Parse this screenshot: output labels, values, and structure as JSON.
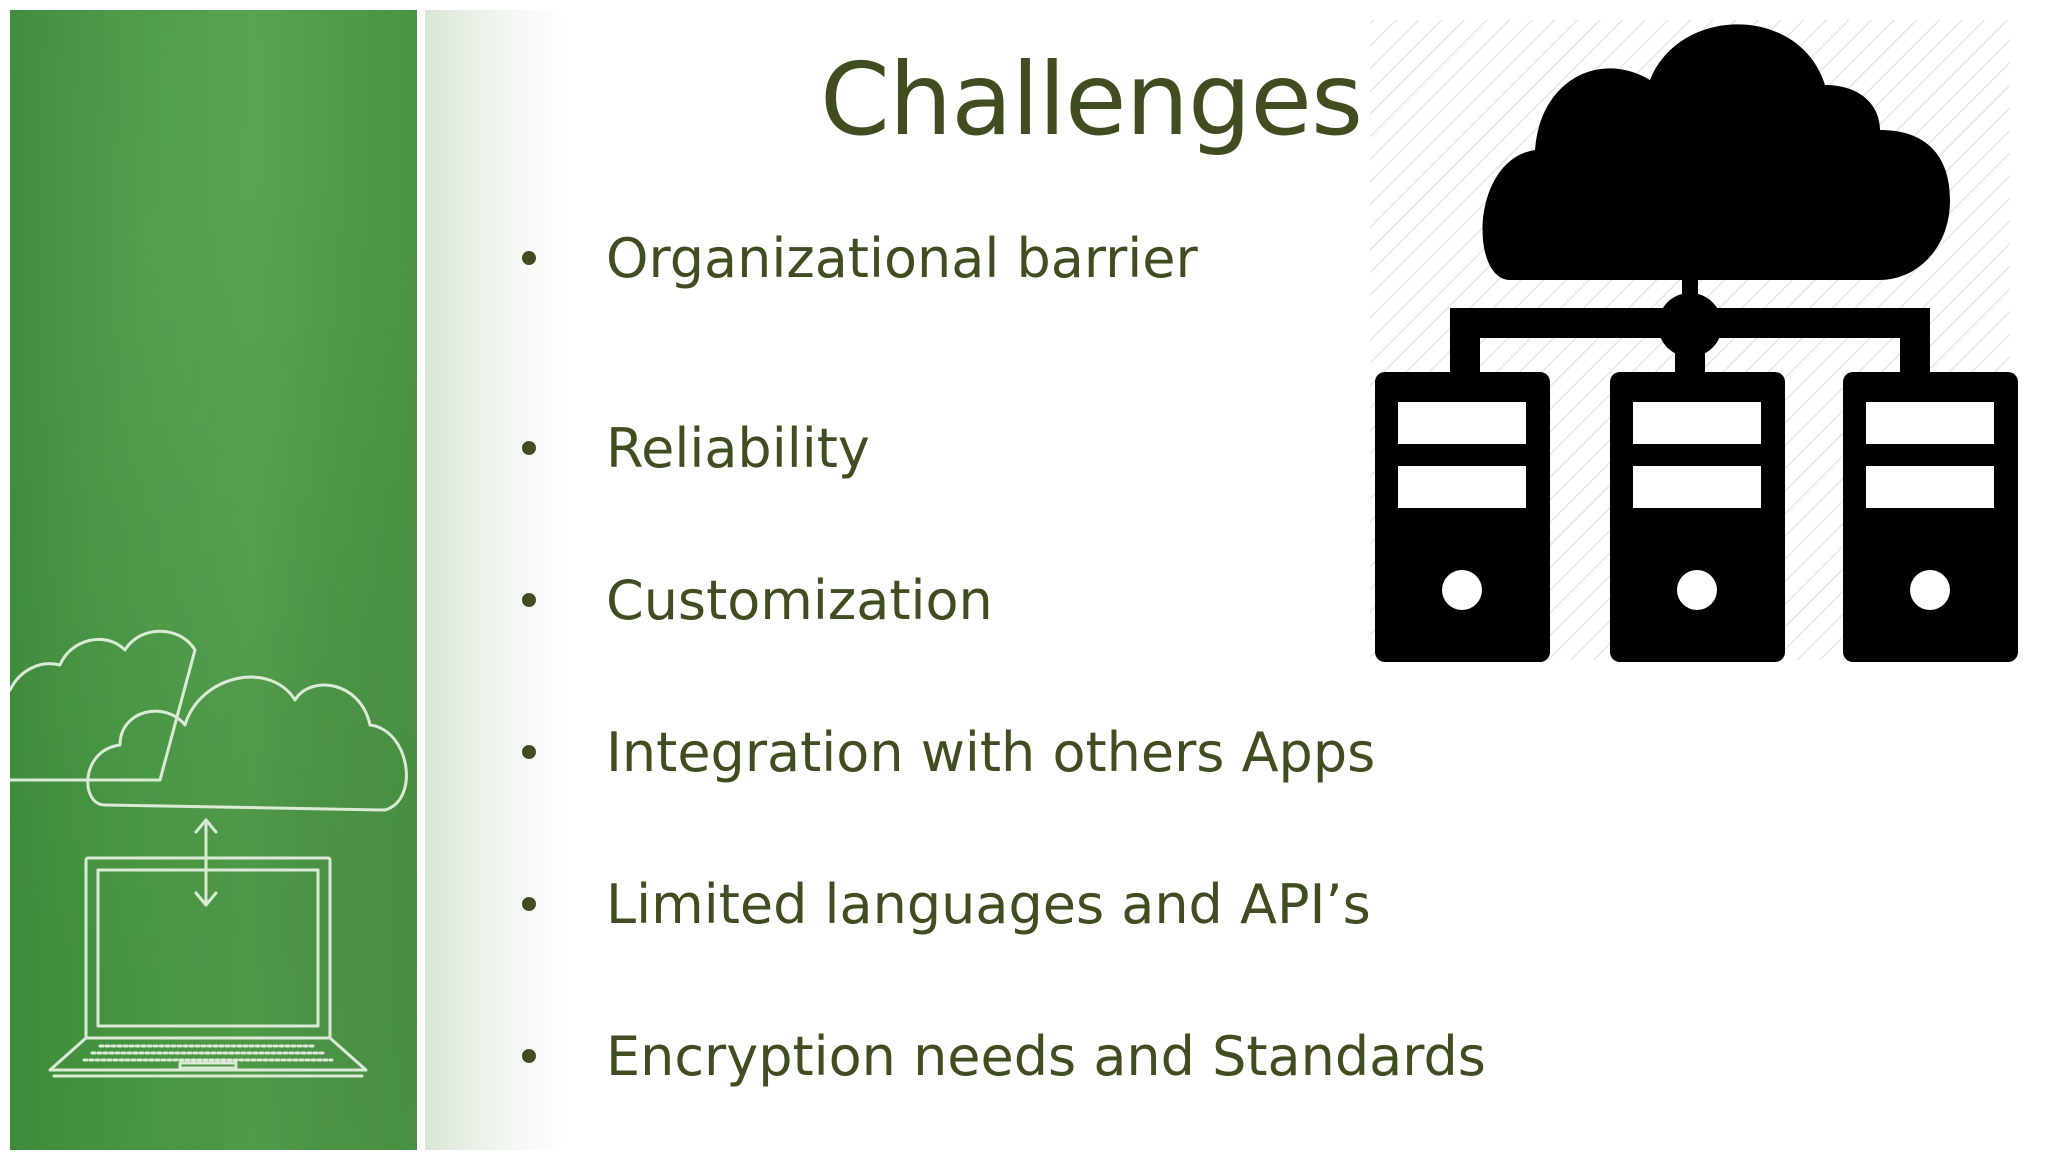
{
  "slide": {
    "title": "Challenges",
    "bullets": [
      "Organizational barrier",
      "Reliability",
      "Customization",
      "Integration with others Apps",
      "Limited languages and API’s",
      "Encryption needs and Standards"
    ]
  },
  "icons": {
    "left_panel": "chalk-cloud-laptop-icon",
    "right_graphic": "cloud-servers-icon"
  },
  "colors": {
    "text": "#3f4d20",
    "chalkboard": "#4a9a45",
    "chalk": "#e8f2e4",
    "icon": "#000000"
  }
}
